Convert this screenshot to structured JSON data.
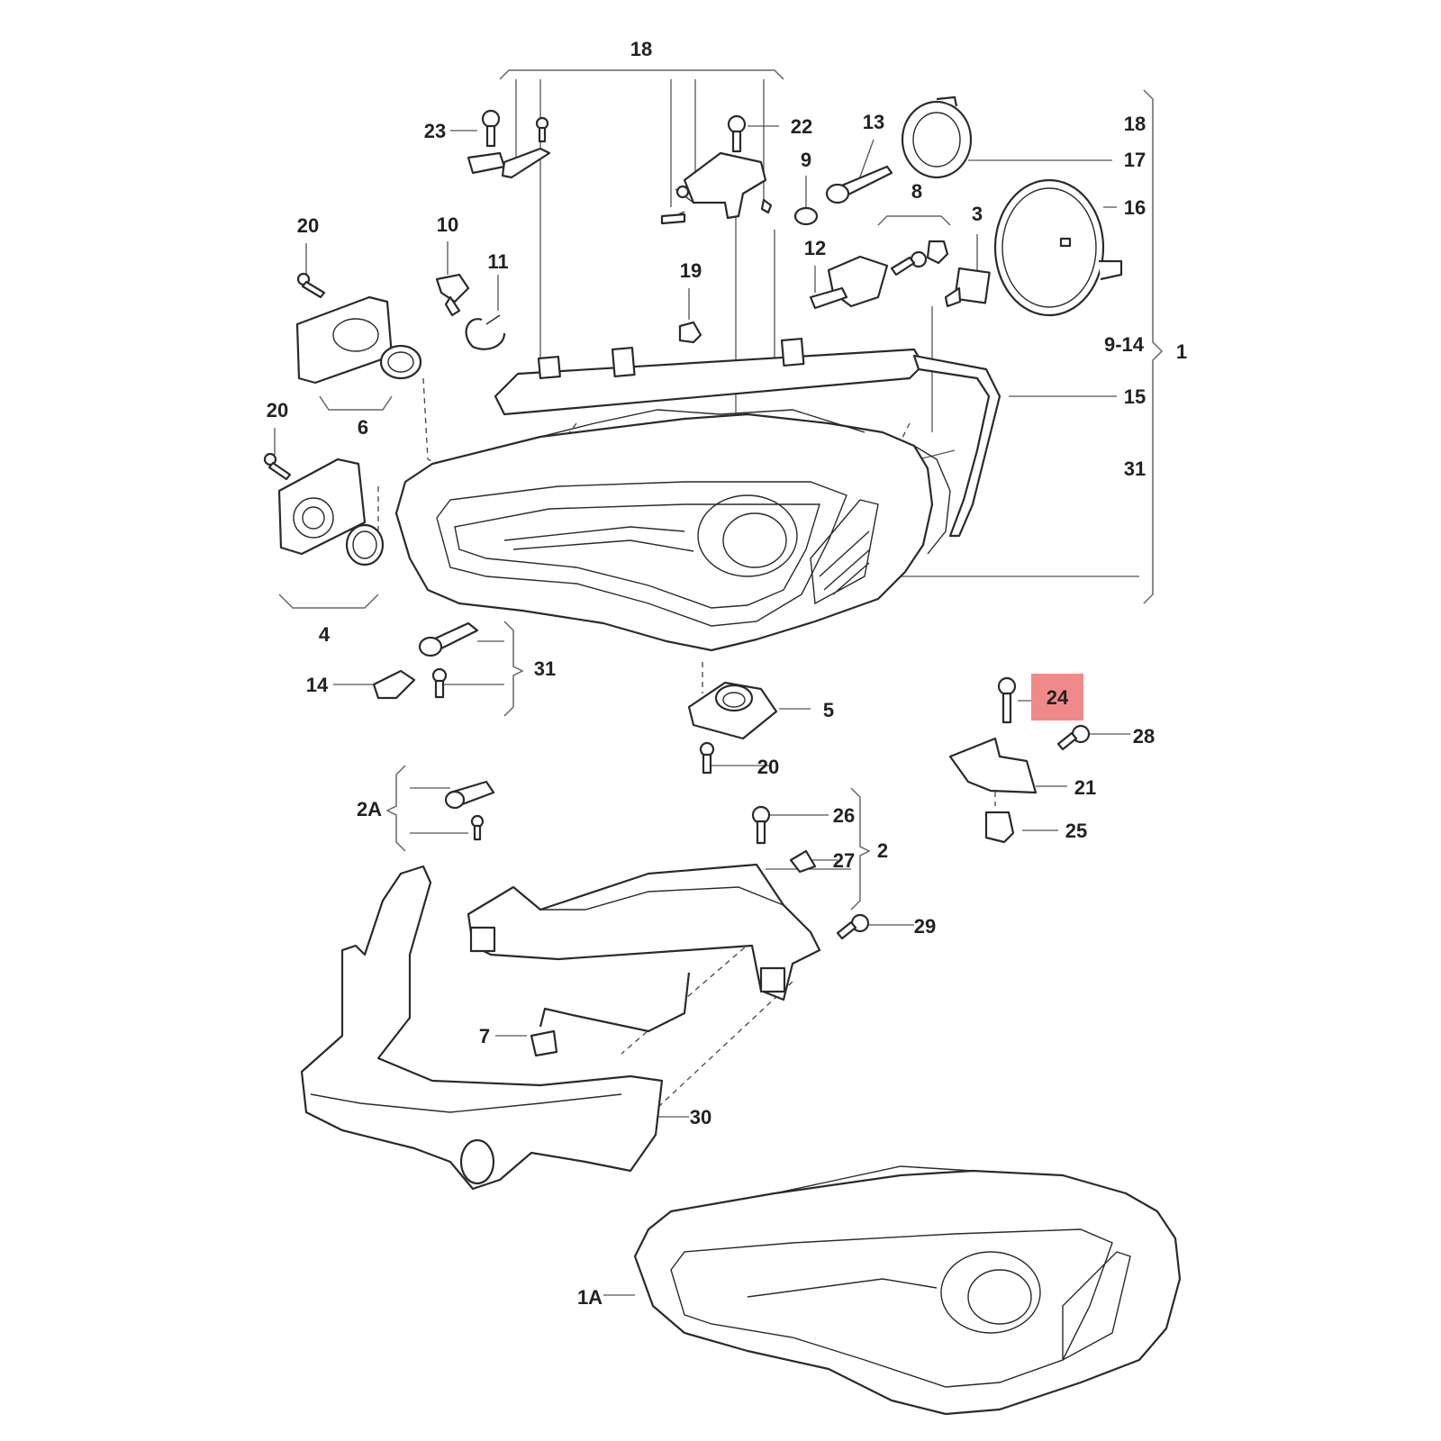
{
  "diagram": {
    "highlight_color": "#f08a8a",
    "highlighted_label": "24",
    "labels": [
      {
        "id": "l18top",
        "text": "18"
      },
      {
        "id": "l23",
        "text": "23"
      },
      {
        "id": "l22",
        "text": "22"
      },
      {
        "id": "l13",
        "text": "13"
      },
      {
        "id": "l18r",
        "text": "18"
      },
      {
        "id": "l17",
        "text": "17"
      },
      {
        "id": "l9",
        "text": "9"
      },
      {
        "id": "l16",
        "text": "16"
      },
      {
        "id": "l8",
        "text": "8"
      },
      {
        "id": "l3",
        "text": "3"
      },
      {
        "id": "l20a",
        "text": "20"
      },
      {
        "id": "l10",
        "text": "10"
      },
      {
        "id": "l11",
        "text": "11"
      },
      {
        "id": "l19",
        "text": "19"
      },
      {
        "id": "l12",
        "text": "12"
      },
      {
        "id": "l914",
        "text": "9-14"
      },
      {
        "id": "l1",
        "text": "1"
      },
      {
        "id": "l15",
        "text": "15"
      },
      {
        "id": "l6",
        "text": "6"
      },
      {
        "id": "l20b",
        "text": "20"
      },
      {
        "id": "l31a",
        "text": "31"
      },
      {
        "id": "l4",
        "text": "4"
      },
      {
        "id": "l31b",
        "text": "31"
      },
      {
        "id": "l14",
        "text": "14"
      },
      {
        "id": "l24",
        "text": "24"
      },
      {
        "id": "l5",
        "text": "5"
      },
      {
        "id": "l28",
        "text": "28"
      },
      {
        "id": "l20c",
        "text": "20"
      },
      {
        "id": "l21",
        "text": "21"
      },
      {
        "id": "l2A",
        "text": "2A"
      },
      {
        "id": "l26",
        "text": "26"
      },
      {
        "id": "l25",
        "text": "25"
      },
      {
        "id": "l27",
        "text": "27"
      },
      {
        "id": "l2",
        "text": "2"
      },
      {
        "id": "l29",
        "text": "29"
      },
      {
        "id": "l7",
        "text": "7"
      },
      {
        "id": "l30",
        "text": "30"
      },
      {
        "id": "l1A",
        "text": "1A"
      }
    ]
  }
}
